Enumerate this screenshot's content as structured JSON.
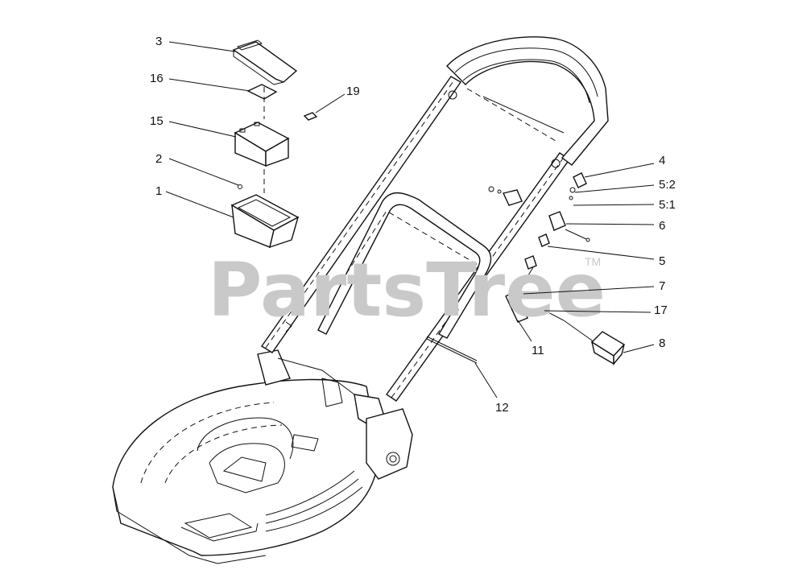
{
  "watermark": {
    "text": "PartsTree",
    "trademark": "TM"
  },
  "callouts": {
    "c3": "3",
    "c16": "16",
    "c15": "15",
    "c2": "2",
    "c1": "1",
    "c19": "19",
    "c4": "4",
    "c52": "5:2",
    "c51": "5:1",
    "c6": "6",
    "c5": "5",
    "c7": "7",
    "c17": "17",
    "c11": "11",
    "c8": "8",
    "c12": "12"
  }
}
